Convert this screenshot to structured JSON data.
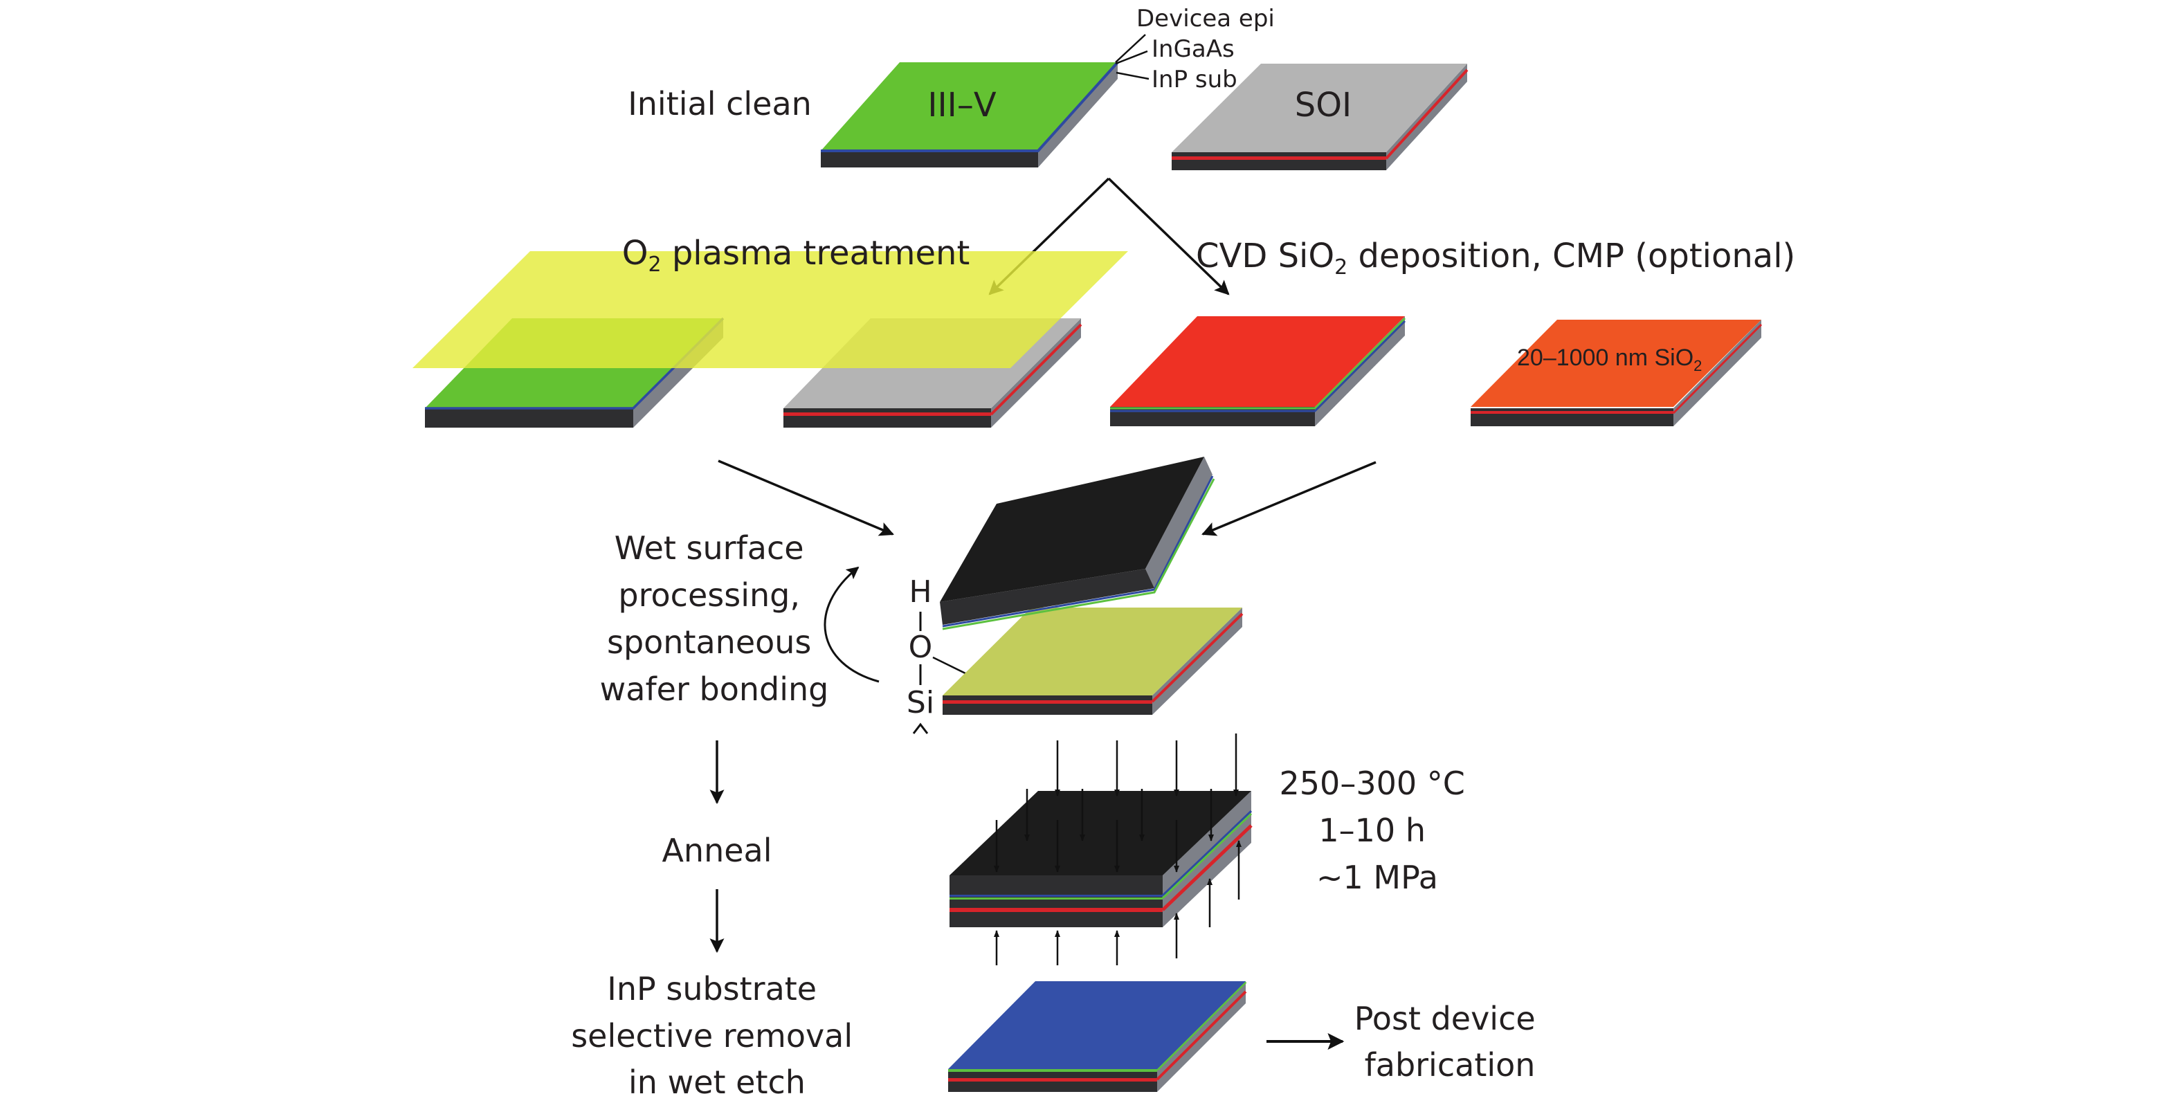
{
  "title": "III-V to SOI wafer bonding process flow",
  "steps": {
    "initial_clean": "Initial clean",
    "o2_plasma": {
      "main": "O",
      "sub": "2",
      "rest": " plasma treatment"
    },
    "cvd": {
      "pre": "CVD SiO",
      "sub": "2",
      "post": " deposition, CMP (optional)"
    },
    "wet_surface": [
      "Wet surface",
      "processing,",
      "spontaneous",
      "wafer bonding"
    ],
    "anneal": "Anneal",
    "inp_removal": [
      "InP substrate",
      "selective removal",
      "in wet etch"
    ],
    "post_device": [
      "Post device",
      "fabrication"
    ]
  },
  "wafers": {
    "iii_v_label": "III–V",
    "soi_label": "SOI",
    "layer_callouts": [
      "Devicea epi",
      "InGaAs",
      "InP sub"
    ],
    "sio2_thickness": {
      "pre": "20–1000 nm SiO",
      "sub": "2"
    }
  },
  "bond_chemistry": {
    "h": "H",
    "o": "O",
    "si": "Si",
    "bond1": "|",
    "bond2": "|"
  },
  "anneal_conditions": [
    "250–300 °C",
    "1–10 h",
    "~1 MPa"
  ],
  "colors": {
    "iii_v_green": "#64c232",
    "soi_gray": "#b4b4b4",
    "plasma_yellow": "#e4ec3c",
    "sio2_red": "#ee3124",
    "sio2_orange": "#ef5523",
    "bonded_yellowgreen": "#c2cd5c",
    "wafer_black": "#1c1c1c",
    "final_blue": "#3450a8",
    "side_gray": "#7d8088",
    "box_red": "#d8242a"
  }
}
